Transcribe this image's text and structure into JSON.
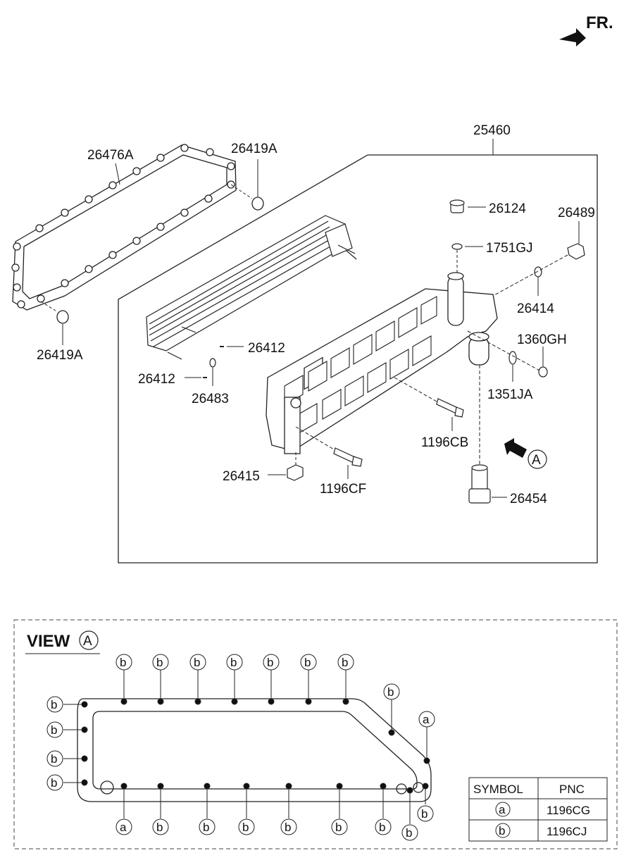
{
  "direction_label": "FR.",
  "assembly_part": "25460",
  "parts": {
    "p26476A": "26476A",
    "p26419A_top": "26419A",
    "p26419A_left": "26419A",
    "p26124": "26124",
    "p26489": "26489",
    "p1751GJ": "1751GJ",
    "p26414": "26414",
    "p1360GH": "1360GH",
    "p1351JA": "1351JA",
    "p26412_right": "26412",
    "p26412_left": "26412",
    "p26483": "26483",
    "p1196CB": "1196CB",
    "p26415": "26415",
    "p1196CF": "1196CF",
    "p26454": "26454"
  },
  "view_marker": "A",
  "view": {
    "title": "VIEW",
    "letter": "A"
  },
  "symbols": {
    "a": "a",
    "b": "b"
  },
  "legend": {
    "header_symbol": "SYMBOL",
    "header_pnc": "PNC",
    "rows": [
      {
        "symbol": "a",
        "pnc": "1196CG"
      },
      {
        "symbol": "b",
        "pnc": "1196CJ"
      }
    ]
  }
}
